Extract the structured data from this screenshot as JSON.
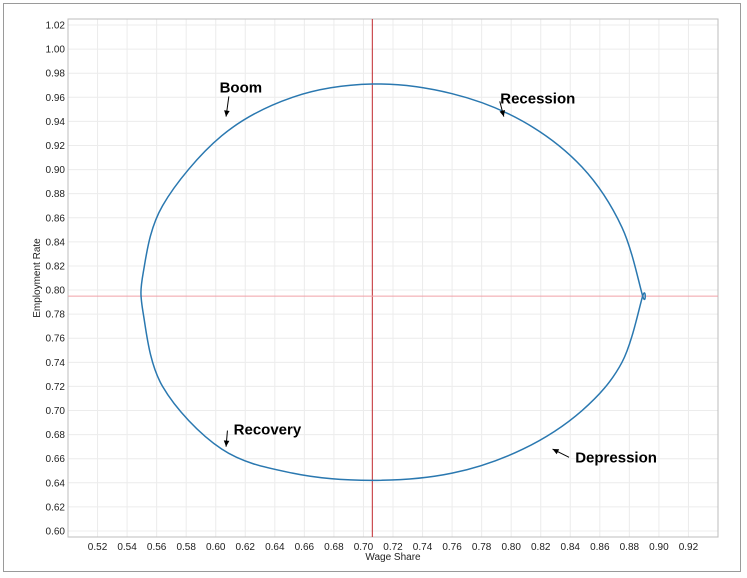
{
  "chart_data": {
    "type": "line",
    "title": "",
    "xlabel": "Wage Share",
    "ylabel": "Employment Rate",
    "xlim": [
      0.5,
      0.94
    ],
    "ylim": [
      0.595,
      1.025
    ],
    "x_ticks": [
      0.52,
      0.54,
      0.56,
      0.58,
      0.6,
      0.62,
      0.64,
      0.66,
      0.68,
      0.7,
      0.72,
      0.74,
      0.76,
      0.78,
      0.8,
      0.82,
      0.84,
      0.86,
      0.88,
      0.9,
      0.92
    ],
    "x_tick_labels": [
      "0.52",
      "0.54",
      "0.56",
      "0.58",
      "0.60",
      "0.62",
      "0.64",
      "0.66",
      "0.68",
      "0.70",
      "0.72",
      "0.74",
      "0.76",
      "0.78",
      "0.80",
      "0.82",
      "0.84",
      "0.86",
      "0.88",
      "0.90",
      "0.92"
    ],
    "y_ticks": [
      0.6,
      0.62,
      0.64,
      0.66,
      0.68,
      0.7,
      0.72,
      0.74,
      0.76,
      0.78,
      0.8,
      0.82,
      0.84,
      0.86,
      0.88,
      0.9,
      0.92,
      0.94,
      0.96,
      0.98,
      1.0,
      1.02
    ],
    "y_tick_labels": [
      "0.60",
      "0.62",
      "0.64",
      "0.66",
      "0.68",
      "0.70",
      "0.72",
      "0.74",
      "0.76",
      "0.78",
      "0.80",
      "0.82",
      "0.84",
      "0.86",
      "0.88",
      "0.90",
      "0.92",
      "0.94",
      "0.96",
      "0.98",
      "1.00",
      "1.02"
    ],
    "grid": true,
    "series": [
      {
        "color": "#2a78b0",
        "closed": true,
        "x": [
          0.706,
          0.76,
          0.808,
          0.848,
          0.875,
          0.889,
          0.889,
          0.875,
          0.848,
          0.808,
          0.76,
          0.706,
          0.652,
          0.604,
          0.564,
          0.551,
          0.551,
          0.564,
          0.604,
          0.652,
          0.706
        ],
        "y": [
          0.971,
          0.963,
          0.94,
          0.902,
          0.852,
          0.795,
          0.795,
          0.74,
          0.7,
          0.668,
          0.648,
          0.642,
          0.648,
          0.668,
          0.72,
          0.78,
          0.815,
          0.87,
          0.928,
          0.96,
          0.971
        ]
      }
    ],
    "reference_lines": [
      {
        "orientation": "vertical",
        "x": 0.706,
        "color": "#c0282d"
      },
      {
        "orientation": "horizontal",
        "y": 0.795,
        "color": "#f0a0a8"
      }
    ],
    "annotations": [
      {
        "text": "Boom",
        "x": 0.617,
        "y": 0.964,
        "arrow_to": [
          0.607,
          0.944
        ]
      },
      {
        "text": "Recession",
        "x": 0.818,
        "y": 0.955,
        "arrow_to": [
          0.795,
          0.944
        ]
      },
      {
        "text": "Recovery",
        "x": 0.635,
        "y": 0.68,
        "arrow_to": [
          0.607,
          0.67
        ]
      },
      {
        "text": "Depression",
        "x": 0.871,
        "y": 0.657,
        "arrow_to": [
          0.828,
          0.668
        ]
      }
    ]
  }
}
